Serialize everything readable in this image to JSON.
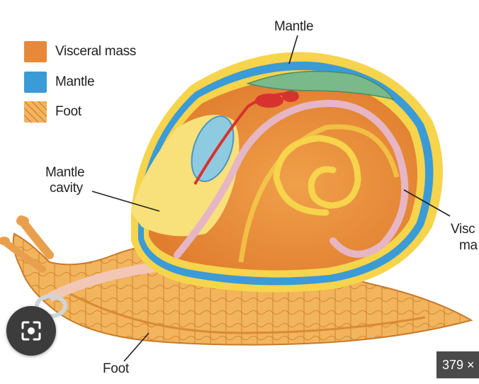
{
  "legend": {
    "items": [
      {
        "label": "Visceral mass",
        "color": "#e8893a"
      },
      {
        "label": "Mantle",
        "color": "#3a9bd6"
      },
      {
        "label": "Foot",
        "color": "#f2b45c"
      }
    ]
  },
  "labels": {
    "mantle": "Mantle",
    "mantle_cavity_line1": "Mantle",
    "mantle_cavity_line2": "cavity",
    "visceral_line1": "Visc",
    "visceral_line2": "ma",
    "foot": "Foot"
  },
  "overlay": {
    "lens_icon": "lens-camera-icon",
    "size_badge": "379 ×"
  }
}
